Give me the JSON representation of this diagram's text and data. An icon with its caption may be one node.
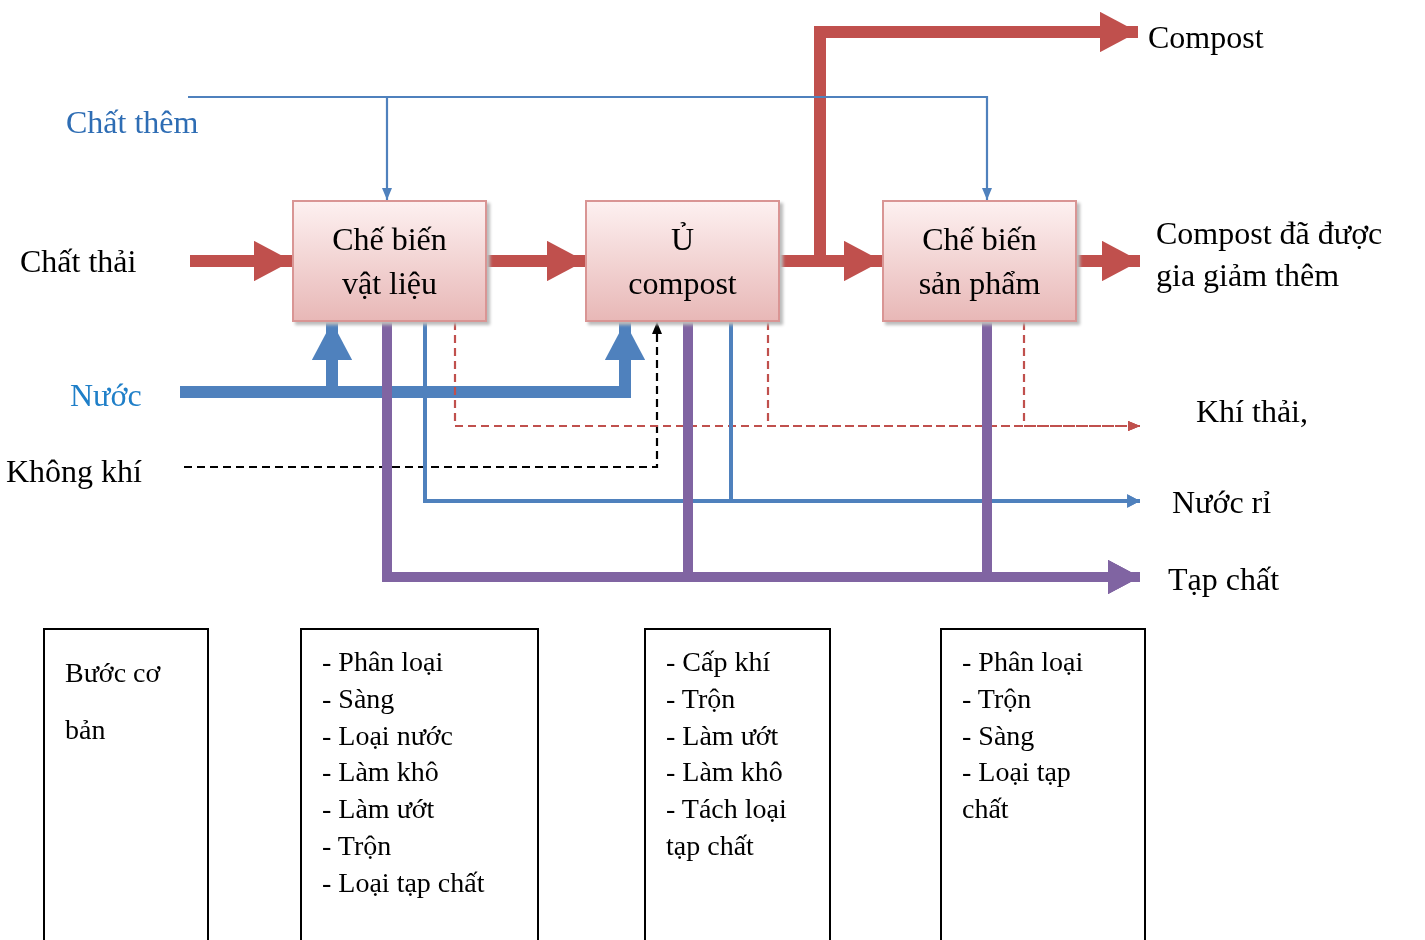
{
  "diagram": {
    "nodes": [
      {
        "text": [
          "Chất thải"
        ]
      },
      {
        "text": [
          "Chất thêm"
        ]
      },
      {
        "text": [
          "Nước"
        ]
      },
      {
        "text": [
          "Không khí"
        ]
      },
      {
        "text": [
          "Chế biến vật liệu"
        ]
      },
      {
        "text": [
          "Ủ compost"
        ]
      },
      {
        "text": [
          "Chế biến sản phẩm"
        ]
      },
      {
        "text": [
          "Compost"
        ]
      },
      {
        "text": [
          "Compost đã được gia giảm thêm"
        ]
      },
      {
        "text": [
          "Khí thải,"
        ]
      },
      {
        "text": [
          "Nước rỉ"
        ]
      },
      {
        "text": [
          "Tạp chất"
        ]
      },
      {
        "text": [
          "Bước cơ bản"
        ]
      },
      {
        "text": [
          "- Phân loại",
          "- Sàng",
          "- Loại nước",
          "- Làm khô",
          "- Làm ướt",
          "- Trộn",
          "- Loại tạp chất"
        ]
      },
      {
        "text": [
          "- Cấp khí",
          "- Trộn",
          "- Làm ướt",
          "- Làm khô",
          "- Tách loại tạp chất"
        ]
      },
      {
        "text": [
          "- Phân loại",
          "- Trộn",
          "- Sàng",
          "- Loại tạp chất"
        ]
      }
    ],
    "edges": [
      {
        "from": 0,
        "to": 4,
        "arrow": "to",
        "color": "#c0504d"
      },
      {
        "from": 4,
        "to": 5,
        "arrow": "to",
        "color": "#c0504d"
      },
      {
        "from": 5,
        "to": 6,
        "arrow": "to",
        "color": "#c0504d"
      },
      {
        "from": 5,
        "to": 7,
        "arrow": "to",
        "color": "#c0504d"
      },
      {
        "from": 6,
        "to": 8,
        "arrow": "to",
        "color": "#c0504d"
      },
      {
        "from": 1,
        "to": 4,
        "arrow": "to",
        "color": "#4f81bd"
      },
      {
        "from": 1,
        "to": 6,
        "arrow": "to",
        "color": "#4f81bd"
      },
      {
        "from": 2,
        "to": 4,
        "arrow": "to",
        "color": "#4f81bd"
      },
      {
        "from": 2,
        "to": 5,
        "arrow": "to",
        "color": "#4f81bd"
      },
      {
        "from": 3,
        "to": 5,
        "arrow": "to",
        "style": "dashed",
        "color": "#000000"
      },
      {
        "from": 4,
        "to": 9,
        "arrow": "to",
        "style": "dashed",
        "color": "#c0504d"
      },
      {
        "from": 5,
        "to": 9,
        "arrow": "to",
        "style": "dashed",
        "color": "#c0504d"
      },
      {
        "from": 6,
        "to": 9,
        "arrow": "to",
        "style": "dashed",
        "color": "#c0504d"
      },
      {
        "from": 4,
        "to": 10,
        "arrow": "to",
        "color": "#4f81bd"
      },
      {
        "from": 5,
        "to": 10,
        "arrow": "to",
        "color": "#4f81bd"
      },
      {
        "from": 4,
        "to": 11,
        "arrow": "to",
        "color": "#8064a2"
      },
      {
        "from": 5,
        "to": 11,
        "arrow": "to",
        "color": "#8064a2"
      },
      {
        "from": 6,
        "to": 11,
        "arrow": "to",
        "color": "#8064a2"
      }
    ]
  }
}
